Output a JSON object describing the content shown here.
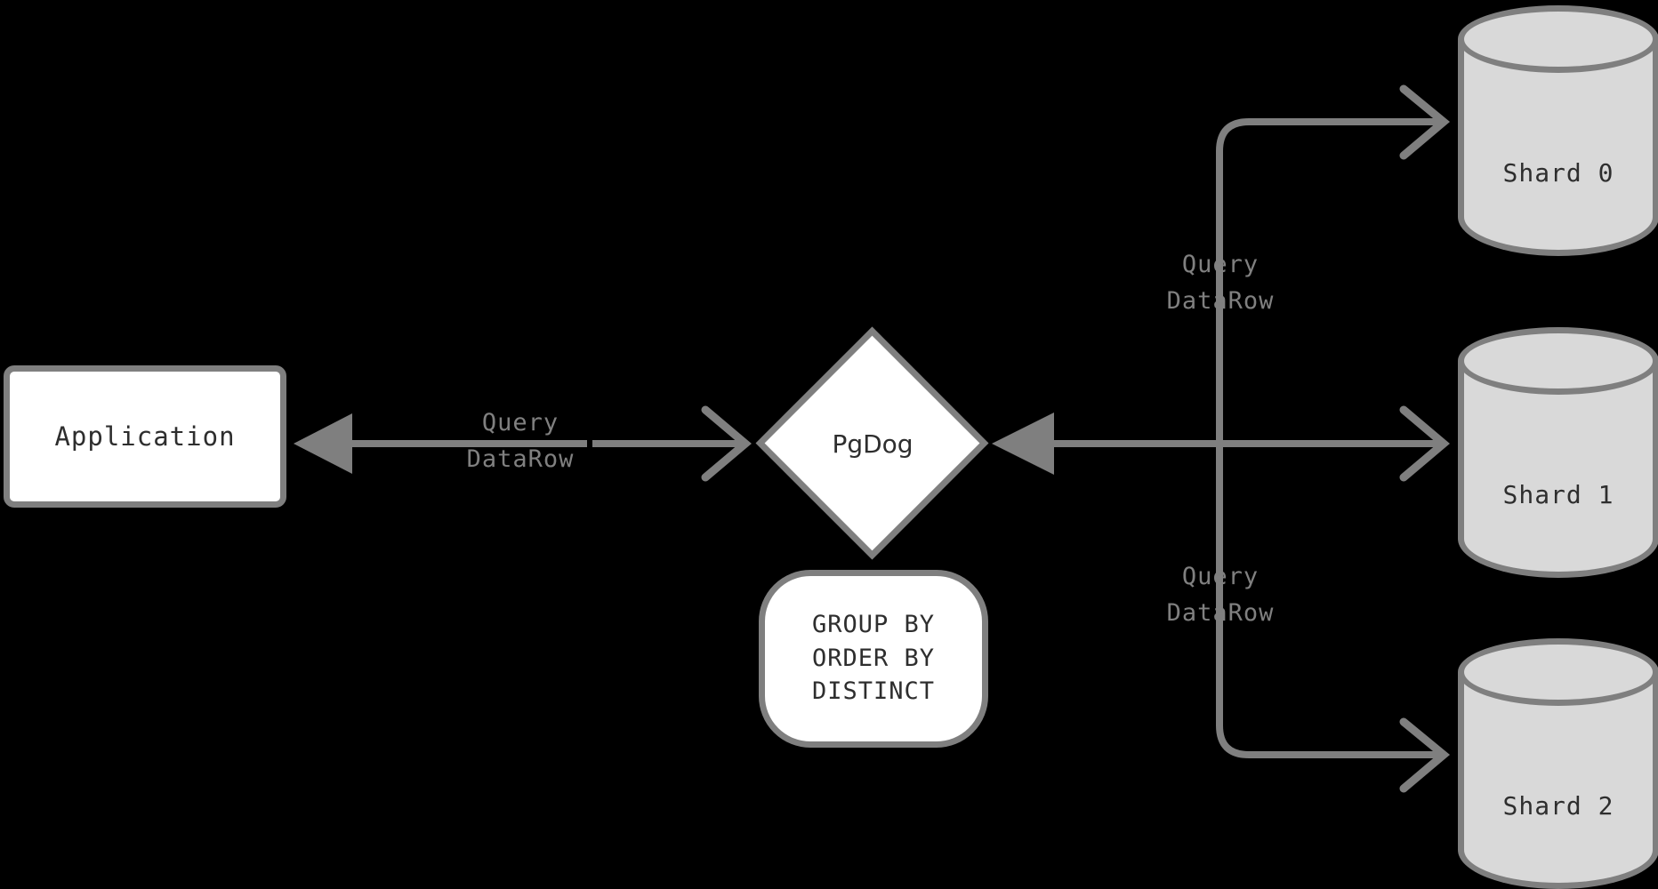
{
  "diagram": {
    "title": "PgDog cross-shard query aggregation",
    "background_color": "#000000",
    "stroke_color": "#7f7f7f",
    "node_fill_white": "#ffffff",
    "node_fill_gray": "#d9d9d9",
    "text_color": "#2e2e2e",
    "label_color": "#808080"
  },
  "nodes": {
    "application": {
      "label": "Application",
      "shape": "rounded-rectangle",
      "fill": "#ffffff"
    },
    "pgdog": {
      "label": "PgDog",
      "shape": "diamond",
      "fill": "#ffffff"
    },
    "operations": {
      "shape": "rounded-rectangle",
      "fill": "#ffffff",
      "lines": [
        "GROUP BY",
        "ORDER BY",
        "DISTINCT"
      ]
    },
    "shards": [
      {
        "label": "Shard 0",
        "shape": "cylinder",
        "fill": "#d9d9d9"
      },
      {
        "label": "Shard 1",
        "shape": "cylinder",
        "fill": "#d9d9d9"
      },
      {
        "label": "Shard 2",
        "shape": "cylinder",
        "fill": "#d9d9d9"
      }
    ]
  },
  "edge_labels": {
    "app_pgdog": {
      "line1": "Query",
      "line2": "DataRow"
    },
    "pgdog_shard0": {
      "line1": "Query",
      "line2": "DataRow"
    },
    "pgdog_shard2": {
      "line1": "Query",
      "line2": "DataRow"
    }
  }
}
